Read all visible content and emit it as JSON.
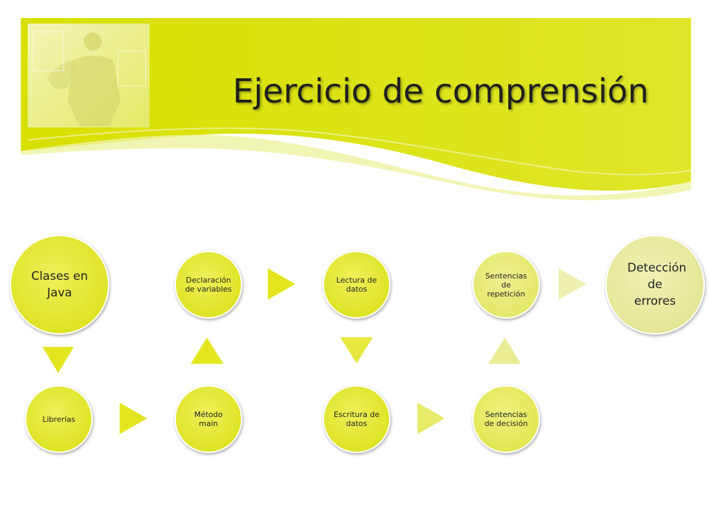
{
  "slide": {
    "title": "Ejercicio de comprensión"
  },
  "diagram": {
    "nodes": {
      "clases": "Clases en Java",
      "librerias": "Librerías",
      "metodo": "Método main",
      "declaracion": "Declaración de variables",
      "lectura": "Lectura de datos",
      "escritura": "Escritura de datos",
      "decision": "Sentencias de decisión",
      "repeticion": "Sentencias de repetición",
      "deteccion": "Detección de errores"
    },
    "colors": {
      "header": "#d4e000",
      "node_fill": "#e0e61a",
      "node_fill_light": "#e6e88c",
      "arrow_fill": "#e3e61e",
      "arrow_fill_light": "#eef0b2"
    }
  }
}
